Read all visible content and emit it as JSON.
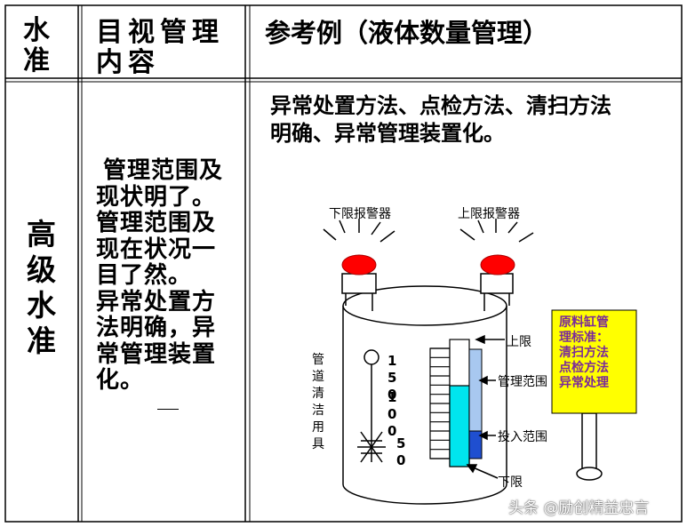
{
  "table": {
    "header": {
      "col1": "水准",
      "col2": "目视管理内容",
      "col3": "参考例（液体数量管理）"
    },
    "row": {
      "level": "高级水准",
      "content_lines": [
        "管理范围及",
        "现状明了。",
        "管理范围及",
        "现在状况一",
        "目了然。",
        "异常处置方",
        "法明确，异",
        "常管理装置",
        "化。"
      ],
      "example_lines": [
        "异常处置方法、点检方法、清扫方法",
        "明确、异常管理装置化。"
      ]
    }
  },
  "diagram": {
    "alarm_lower_label": "下限报警器",
    "alarm_upper_label": "上限报警器",
    "pipe_tool_label": "管道清洁用具",
    "scale_labels": [
      "150",
      "100",
      "50"
    ],
    "upper_limit_label": "上限",
    "mgmt_range_label": "管理范围",
    "input_range_label": "投入范围",
    "lower_limit_label": "下限",
    "sign_lines": [
      "原料缸管",
      "理标准：",
      "清扫方法",
      "点检方法",
      "异常处理"
    ]
  },
  "watermark": "头条 @励创精益忠言",
  "colors": {
    "alarm_light": "#ff0000",
    "liquid": "#00e5ee",
    "mgmt_range": "#a8c8f0",
    "input_range": "#1f4fd0",
    "sign_bg": "#ffff00",
    "sign_text": "#7a2a9a"
  }
}
